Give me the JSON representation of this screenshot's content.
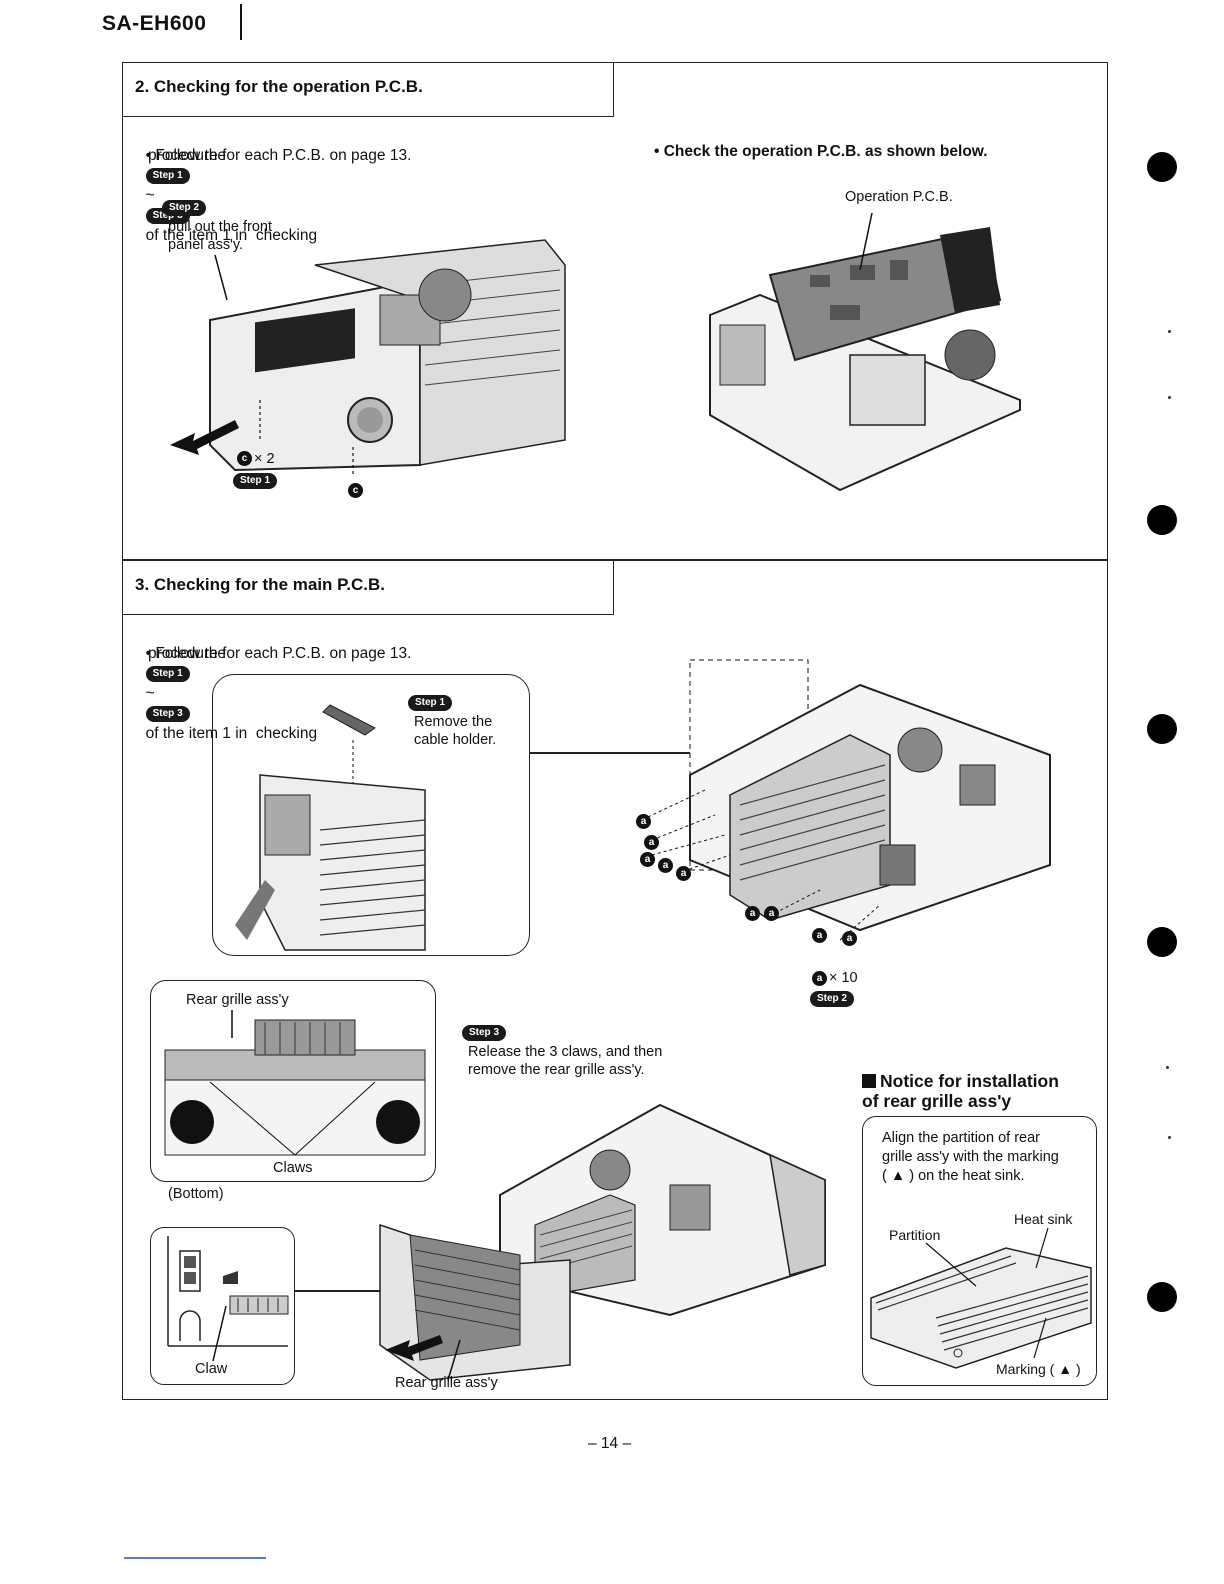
{
  "header": {
    "model": "SA-EH600"
  },
  "section2": {
    "title": "2. Checking for the operation P.C.B.",
    "follow_prefix": "• Follow the",
    "step_from": "Step 1",
    "tilde": "~",
    "step_to": "Step 3",
    "follow_suffix": "of the item 1 in  checking",
    "follow_line2": "procedure for each P.C.B. on page 13.",
    "check_text": "• Check the operation P.C.B. as shown below.",
    "step2_badge": "Step 2",
    "step2_text": "pull out the front\npanel ass'y.",
    "screw_count_label": "× 2",
    "screw_letter": "c",
    "step1_badge": "Step 1",
    "operation_pcb_label": "Operation P.C.B."
  },
  "section3": {
    "title": "3. Checking for the main P.C.B.",
    "follow_prefix": "• Follow the",
    "step_from": "Step 1",
    "tilde": "~",
    "step_to": "Step 3",
    "follow_suffix": "of the item 1 in  checking",
    "follow_line2": "procedure for each P.C.B. on page 13.",
    "step1_badge": "Step 1",
    "step1_text": "Remove the\ncable holder.",
    "screw_letter": "a",
    "screw_count_label": "× 10",
    "step2_badge": "Step 2",
    "rear_grille_label": "Rear grille ass'y",
    "claws_label": "Claws",
    "bottom_label": "(Bottom)",
    "claw_label": "Claw",
    "step3_badge": "Step 3",
    "step3_text": "Release the 3 claws, and then\nremove the rear grille ass'y.",
    "rear_grille_bottom_label": "Rear grille ass'y"
  },
  "notice": {
    "heading": "Notice for installation\nof rear grille ass'y",
    "body": "Align the partition of rear\ngrille ass'y with the marking\n( ▲ ) on the heat sink.",
    "heat_sink_label": "Heat sink",
    "partition_label": "Partition",
    "marking_label": "Marking ( ▲ )"
  },
  "footer": {
    "page_number": "– 14 –"
  }
}
